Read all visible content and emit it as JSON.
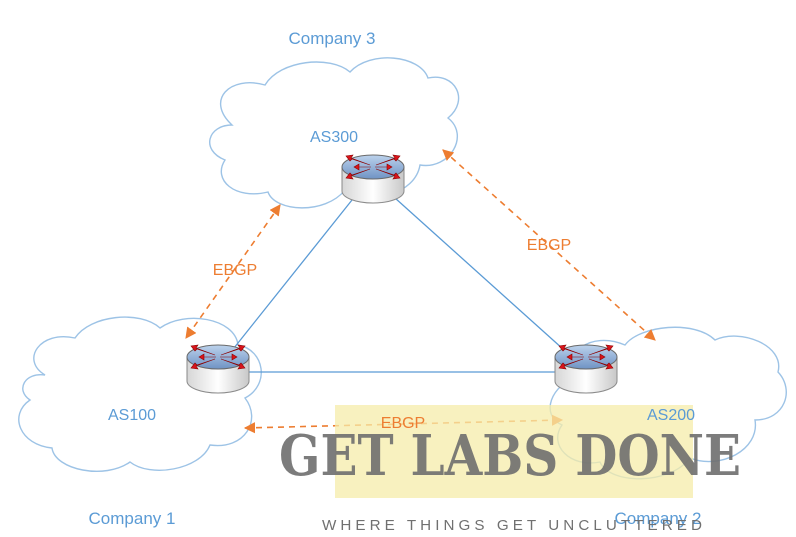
{
  "companies": {
    "company3": "Company 3",
    "company1": "Company 1",
    "company2": "Company 2"
  },
  "as": {
    "as300": "AS300",
    "as100": "AS100",
    "as200": "AS200"
  },
  "links": {
    "ebgp_left": "EBGP",
    "ebgp_right": "EBGP",
    "ebgp_bottom": "EBGP"
  },
  "watermark": {
    "title": "GET LABS DONE",
    "subtitle": "WHERE THINGS GET UNCLUTTERED"
  },
  "colors": {
    "cloud_stroke": "#9dc3e6",
    "physical_link": "#5b9bd5",
    "ebgp_link": "#ed7d31",
    "label_blue": "#5b9bd5",
    "watermark_band": "#f5ecaa"
  },
  "icons": [
    "router-icon"
  ]
}
